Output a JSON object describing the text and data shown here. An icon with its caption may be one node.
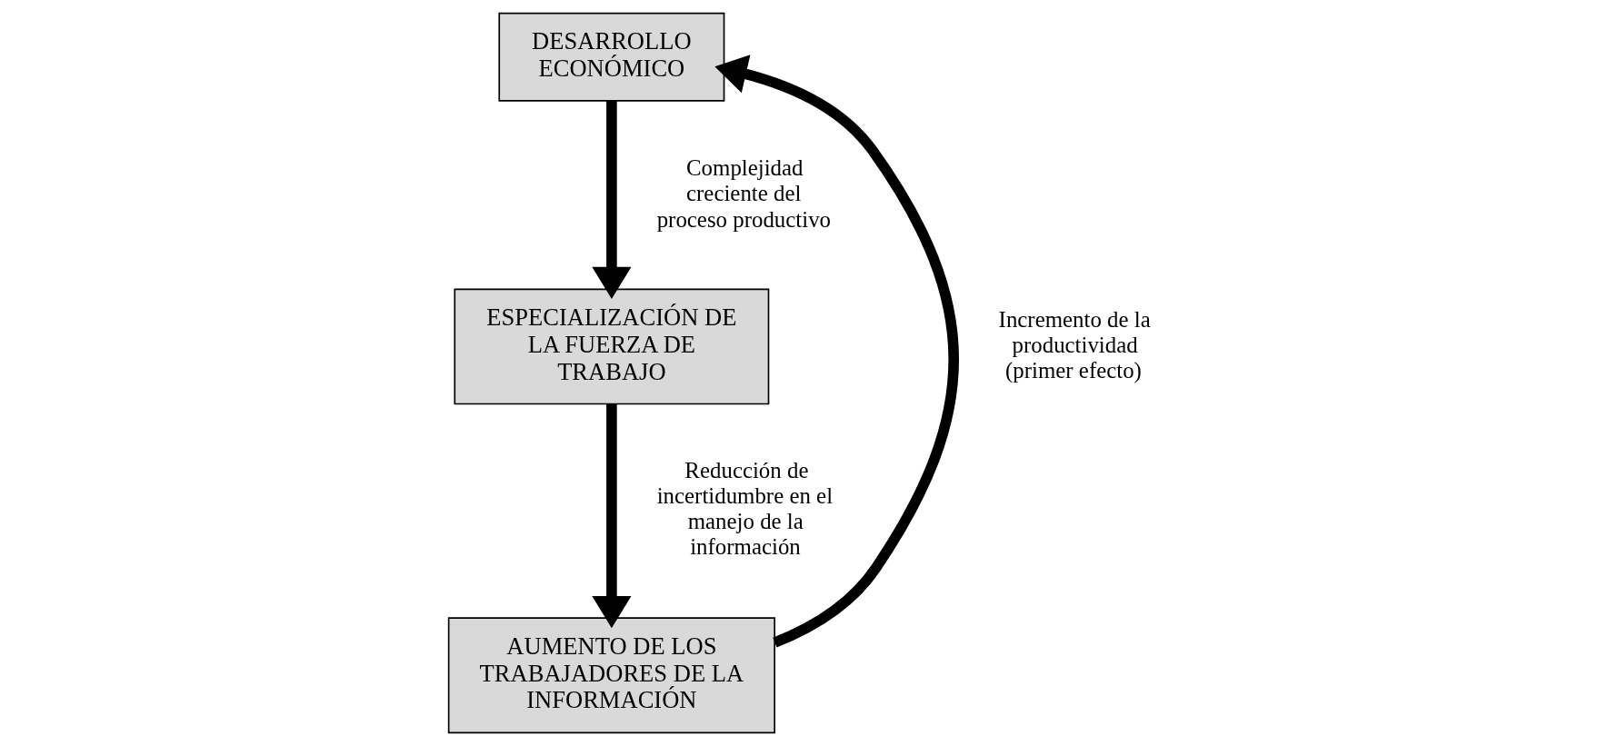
{
  "diagram": {
    "nodes": [
      {
        "text": [
          "DESARROLLO ECONÓMICO"
        ]
      },
      {
        "text": [
          "ESPECIALIZACIÓN DE LA FUERZA DE TRABAJO"
        ]
      },
      {
        "text": [
          "AUMENTO DE LOS TRABAJADORES DE LA INFORMACIÓN"
        ]
      }
    ],
    "edges": [
      {
        "from": 0,
        "to": 1,
        "arrow": "to",
        "label": "Complejidad creciente del proceso productivo"
      },
      {
        "from": 1,
        "to": 2,
        "arrow": "to",
        "label": "Reducción de incertidumbre en el manejo de la información"
      },
      {
        "from": 2,
        "to": 0,
        "arrow": "to",
        "label": "Incremento de la productividad (primer efecto)"
      }
    ]
  }
}
